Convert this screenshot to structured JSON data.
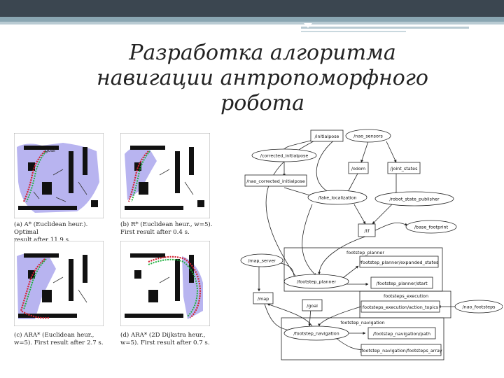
{
  "slide": {
    "title_line1": "Разработка алгоритма",
    "title_line2": "навигации антропоморфного",
    "title_line3": "робота"
  },
  "maps": {
    "a": {
      "caption_1": "(a) A* (Euclidean heur.). Optimal",
      "caption_2": "result after 11.9 s.",
      "goal": "goal"
    },
    "b": {
      "caption_1": "(b) R* (Euclidean heur., w=5).",
      "caption_2": "First result after 0.4 s."
    },
    "c": {
      "caption_1": "(c) ARA* (Euclidean heur.,",
      "caption_2": "w=5). First result after 2.7 s."
    },
    "d": {
      "caption_1": "(d) ARA* (2D Dijkstra heur.,",
      "caption_2": "w=5). First result after 0.7 s."
    }
  },
  "graph": {
    "nodes": {
      "initialpose": "/initialpose",
      "nao_sensors": "/nao_sensors",
      "corrected_initialpose": "/corrected_initialpose",
      "odom": "/odom",
      "joint_states": "/joint_states",
      "nao_corrected_initialpose": "/nao_corrected_initialpose",
      "fake_localization": "/fake_localization",
      "robot_state_publisher": "/robot_state_publisher",
      "tf": "/tf",
      "base_footprint": "/base_footprint",
      "map_server": "/map_server",
      "footstep_planner": "/footstep_planner",
      "expanded_states": "/footstep_planner/expanded_states",
      "planner_start": "/footstep_planner/start",
      "map": "/map",
      "goal": "/goal",
      "action_topics": "footsteps_execution/action_topics",
      "nao_footsteps": "/nao_footsteps",
      "footstep_navigation": "/footstep_navigation",
      "nav_path": "/footstep_navigation/path",
      "footsteps_array": "/footstep_navigation/footsteps_array"
    },
    "clusters": {
      "planner": "footstep_planner",
      "execution": "footsteps_execution",
      "navigation": "footstep_navigation"
    }
  }
}
